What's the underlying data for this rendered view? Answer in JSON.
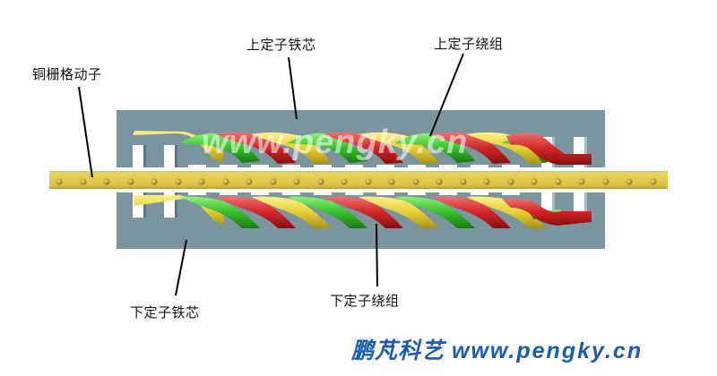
{
  "labels": {
    "mover": "铜栅格动子",
    "upper_core": "上定子铁芯",
    "upper_winding": "上定子绕组",
    "lower_core": "下定子铁芯",
    "lower_winding": "下定子绕组"
  },
  "watermark": "www.pengky.cn",
  "footer": {
    "brand": "鹏芃科艺",
    "url": "www.pengky.cn"
  },
  "colors": {
    "core": "#7b959f",
    "mover": "#e3c84a",
    "winding_yellow": "#e8d43a",
    "winding_green": "#3cc42e",
    "winding_red": "#d42a2a",
    "footer_text": "#1a5bb5"
  }
}
